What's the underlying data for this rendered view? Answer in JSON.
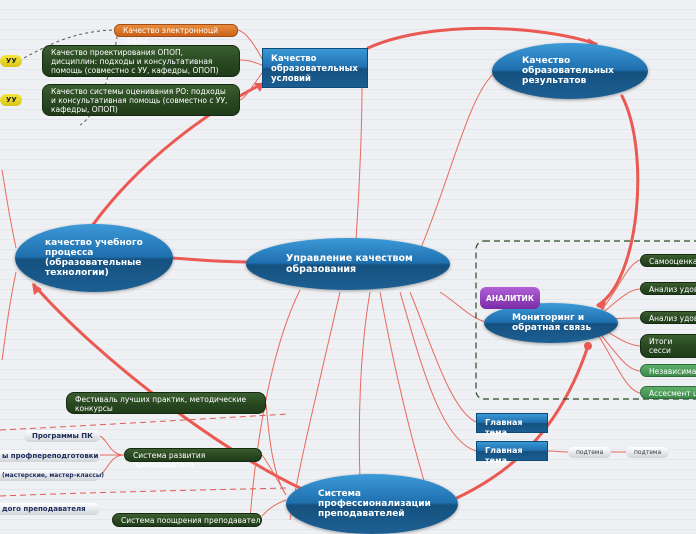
{
  "colors": {
    "accent": "#e8574d",
    "node_blue": "#1f6fae",
    "dark_green": "#2a4a22",
    "orange": "#d9732a",
    "purple": "#8e3bbf"
  },
  "center": {
    "label": "Управление качеством образования"
  },
  "branches": {
    "conditions": {
      "label": "Качество образовательных условий"
    },
    "results": {
      "label": "Качество образовательных результатов"
    },
    "process": {
      "label": "качество учебного процесса (образовательные технологии)"
    },
    "monitoring": {
      "label": "Мониторинг и обратная связь"
    },
    "system": {
      "label": "Система профессионализации преподавателей"
    },
    "main1": {
      "label": "Главная тема"
    },
    "main2": {
      "label": "Главная тема"
    }
  },
  "conditions_children": {
    "electronic": "Качество электронноцй среды",
    "design": "Качество проектирования ОПОП, дисциплин: подходы и консультативная помощь (совместно с УУ, кафедры, ОПОП)",
    "assessment": "Качество системы оценивания РО: подходы и консультативная помощь (совместно с УУ, кафедры, ОПОП)",
    "uu1": "УУ",
    "uu2": "УУ"
  },
  "monitoring_children": {
    "analyst": "АНАЛИТИК",
    "items": [
      "Самооценка с",
      "Анализ удовл",
      "Анализ удовл",
      "Итоги сесси успеваемост",
      "Независимая",
      "Ассесмент цен"
    ]
  },
  "main2_children": {
    "sub1": "подтема",
    "sub2": "подтема"
  },
  "system_children": {
    "festival": "Фестиваль лучших практик, методические конкурсы",
    "development": "Система развития преподавателя",
    "programs": "Программы ПК",
    "retraining": "ы профпереподготовки",
    "workshops": "(мастерские, мастер-классы)",
    "young": "дого преподавателя",
    "encouragement": "Система поощрения преподавателя"
  }
}
